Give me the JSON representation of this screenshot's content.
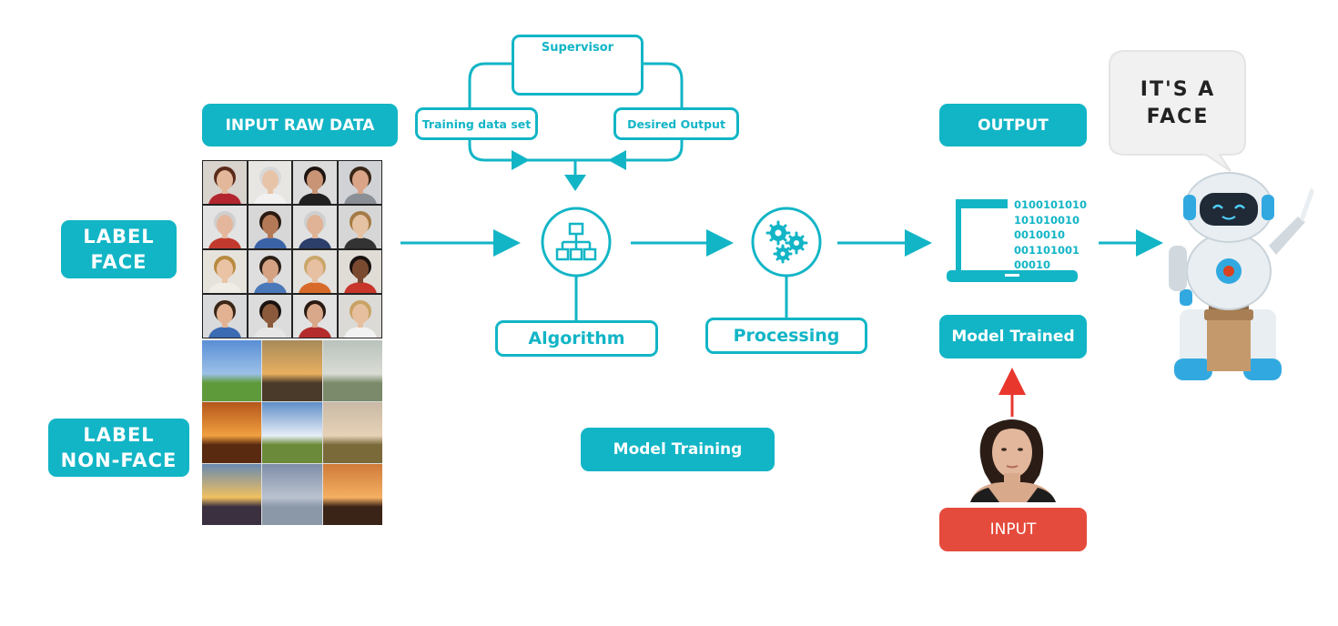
{
  "labels": {
    "input_raw_data": "INPUT RAW DATA",
    "label_face_line1": "LABEL",
    "label_face_line2": "FACE",
    "label_nonface_line1": "LABEL",
    "label_nonface_line2": "NON-FACE",
    "supervisor": "Supervisor",
    "training_data_set": "Training data set",
    "desired_output": "Desired Output",
    "algorithm": "Algorithm",
    "processing": "Processing",
    "model_training": "Model Training",
    "output": "OUTPUT",
    "model_trained": "Model Trained",
    "input": "INPUT",
    "speech_line1": "IT'S A",
    "speech_line2": "FACE"
  },
  "binary_lines": [
    "0100101010",
    "101010010",
    "0010010",
    "001101001",
    "00010"
  ],
  "face_grid": [
    {
      "bg": "#d8d3cc",
      "skin": "#e3b89a",
      "hair": "#5a2a1a",
      "shirt": "#b3262e"
    },
    {
      "bg": "#e8e6e3",
      "skin": "#e7c3a8",
      "hair": "#d9d9d9",
      "shirt": "#f1f1f1"
    },
    {
      "bg": "#dcdcdc",
      "skin": "#c99476",
      "hair": "#1e1410",
      "shirt": "#202020"
    },
    {
      "bg": "#d0d2d6",
      "skin": "#d9a487",
      "hair": "#3a2616",
      "shirt": "#8a8f96"
    },
    {
      "bg": "#e3e3e3",
      "skin": "#e4b79c",
      "hair": "#cfcfcf",
      "shirt": "#c23a2e"
    },
    {
      "bg": "#d7d7d7",
      "skin": "#b47a58",
      "hair": "#2a1a12",
      "shirt": "#3a63a7"
    },
    {
      "bg": "#e1e1e1",
      "skin": "#e0b396",
      "hair": "#cfcfcf",
      "shirt": "#2c3f6b"
    },
    {
      "bg": "#d6d6d6",
      "skin": "#e5c2a2",
      "hair": "#a57b45",
      "shirt": "#333333"
    },
    {
      "bg": "#e6e3dd",
      "skin": "#e9c3a3",
      "hair": "#b88a3e",
      "shirt": "#f0ede6"
    },
    {
      "bg": "#dedede",
      "skin": "#d5a283",
      "hair": "#2b1f16",
      "shirt": "#4a78b8"
    },
    {
      "bg": "#e4e2de",
      "skin": "#e7c0a2",
      "hair": "#c9a66a",
      "shirt": "#d86b2a"
    },
    {
      "bg": "#e0dcd6",
      "skin": "#7a4a30",
      "hair": "#1a1210",
      "shirt": "#c7352b"
    },
    {
      "bg": "#d9dadc",
      "skin": "#e2b293",
      "hair": "#3a2616",
      "shirt": "#3b6bb3"
    },
    {
      "bg": "#dcdcdc",
      "skin": "#8b5a3c",
      "hair": "#1a1210",
      "shirt": "#e6e6e6"
    },
    {
      "bg": "#e2e2e2",
      "skin": "#d9a789",
      "hair": "#2b1a12",
      "shirt": "#b42c2c"
    },
    {
      "bg": "#dcdad6",
      "skin": "#e6bf9e",
      "hair": "#c9a366",
      "shirt": "#f2f2f2"
    }
  ],
  "nature_grid": [
    {
      "sky": "#5a8fd6",
      "mid": "#9bc0e8",
      "ground": "#5f9a3a"
    },
    {
      "sky": "#a88a5a",
      "mid": "#e8b060",
      "ground": "#4a3a2a"
    },
    {
      "sky": "#b9c2bc",
      "mid": "#d9dcd4",
      "ground": "#7b8a6a"
    },
    {
      "sky": "#b4561c",
      "mid": "#f0a040",
      "ground": "#5a2a10"
    },
    {
      "sky": "#5f8ec8",
      "mid": "#e7eef6",
      "ground": "#6b8a3a"
    },
    {
      "sky": "#c9b9a6",
      "mid": "#e6d2b6",
      "ground": "#7a6a3a"
    },
    {
      "sky": "#6a8ab0",
      "mid": "#f0c060",
      "ground": "#3a3040"
    },
    {
      "sky": "#7f8ea8",
      "mid": "#b9c2cf",
      "ground": "#8a98a8"
    },
    {
      "sky": "#d07a3a",
      "mid": "#f4b062",
      "ground": "#3a2418"
    }
  ]
}
